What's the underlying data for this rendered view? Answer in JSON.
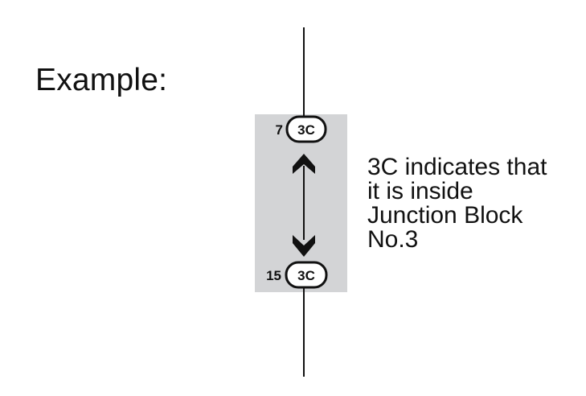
{
  "title": "Example:",
  "top_connector": {
    "pin": "7",
    "code": "3C"
  },
  "bottom_connector": {
    "pin": "15",
    "code": "3C"
  },
  "note_lines": [
    "3C indicates that",
    "it is inside",
    "Junction Block",
    "No.3"
  ],
  "colors": {
    "background": "#ffffff",
    "block_shade": "#d3d4d6",
    "line": "#111111"
  }
}
